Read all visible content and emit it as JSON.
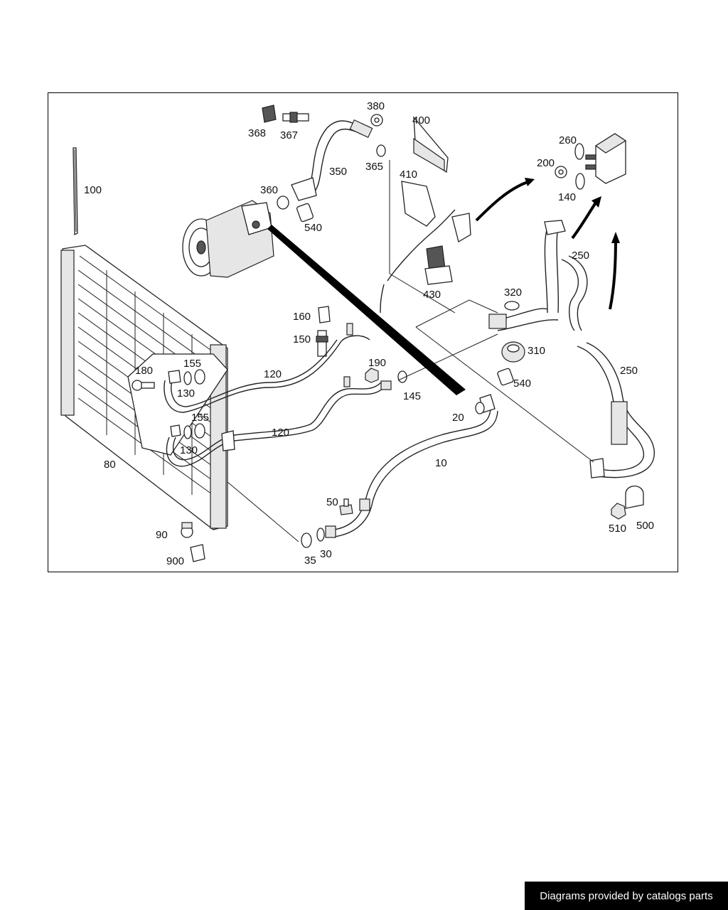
{
  "footer": {
    "credit": "Diagrams provided by catalogs parts"
  },
  "callouts": [
    {
      "id": "368",
      "text": "368"
    },
    {
      "id": "367",
      "text": "367"
    },
    {
      "id": "380",
      "text": "380"
    },
    {
      "id": "400",
      "text": "400"
    },
    {
      "id": "365",
      "text": "365"
    },
    {
      "id": "350",
      "text": "350"
    },
    {
      "id": "410",
      "text": "410"
    },
    {
      "id": "360",
      "text": "360"
    },
    {
      "id": "540a",
      "text": "540"
    },
    {
      "id": "100",
      "text": "100"
    },
    {
      "id": "260",
      "text": "260"
    },
    {
      "id": "200",
      "text": "200"
    },
    {
      "id": "140",
      "text": "140"
    },
    {
      "id": "250a",
      "text": "250"
    },
    {
      "id": "430",
      "text": "430"
    },
    {
      "id": "320",
      "text": "320"
    },
    {
      "id": "160",
      "text": "160"
    },
    {
      "id": "150",
      "text": "150"
    },
    {
      "id": "310",
      "text": "310"
    },
    {
      "id": "190",
      "text": "190"
    },
    {
      "id": "180",
      "text": "180"
    },
    {
      "id": "155a",
      "text": "155"
    },
    {
      "id": "120a",
      "text": "120"
    },
    {
      "id": "130a",
      "text": "130"
    },
    {
      "id": "145",
      "text": "145"
    },
    {
      "id": "540b",
      "text": "540"
    },
    {
      "id": "250b",
      "text": "250"
    },
    {
      "id": "20",
      "text": "20"
    },
    {
      "id": "155b",
      "text": "155"
    },
    {
      "id": "120b",
      "text": "120"
    },
    {
      "id": "130b",
      "text": "130"
    },
    {
      "id": "80",
      "text": "80"
    },
    {
      "id": "10",
      "text": "10"
    },
    {
      "id": "50",
      "text": "50"
    },
    {
      "id": "90",
      "text": "90"
    },
    {
      "id": "900",
      "text": "900"
    },
    {
      "id": "35",
      "text": "35"
    },
    {
      "id": "30",
      "text": "30"
    },
    {
      "id": "510",
      "text": "510"
    },
    {
      "id": "500",
      "text": "500"
    }
  ]
}
